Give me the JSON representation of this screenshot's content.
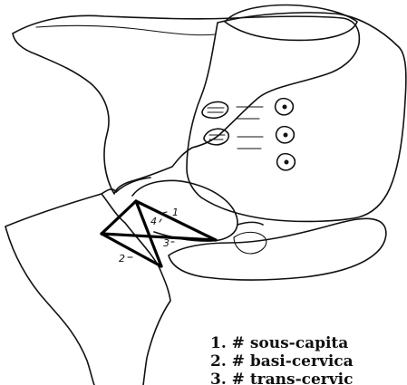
{
  "diagram": {
    "labels": {
      "line1": "1",
      "line2": "2",
      "line3": "3",
      "line4": "4"
    }
  },
  "legend": {
    "items": [
      "1. # sous-capita",
      "2. # basi-cervica",
      "3. # trans-cervic"
    ]
  }
}
